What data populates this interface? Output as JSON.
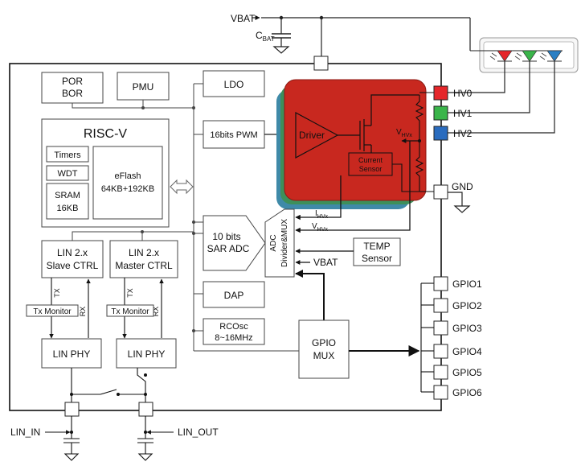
{
  "labels": {
    "vbat_top": "VBAT",
    "cbat_main": "C",
    "cbat_sub": "BAT",
    "por": "POR",
    "bor": "BOR",
    "pmu": "PMU",
    "ldo": "LDO",
    "riscv": "RISC-V",
    "timers": "Timers",
    "wdt": "WDT",
    "sram": "SRAM",
    "sram_size": "16KB",
    "eflash": "eFlash",
    "eflash_size": "64KB+192KB",
    "pwm": "16bits PWM",
    "driver": "Driver",
    "vhvx_main": "V",
    "vhvx_sub": "HVx",
    "current_sensor_1": "Current",
    "current_sensor_2": "Sensor",
    "hv0": "HV0",
    "hv1": "HV1",
    "hv2": "HV2",
    "gnd": "GND",
    "ihvx_main": "I",
    "ihvx_sub": "HVx",
    "vhvx2_main": "V",
    "vhvx2_sub": "HVx",
    "adc_1": "10 bits",
    "adc_2": "SAR ADC",
    "mux_1": "ADC",
    "mux_2": "Divider&MUX",
    "temp_1": "TEMP",
    "temp_2": "Sensor",
    "vbat_mux": "VBAT",
    "lin_slave_1": "LIN 2.x",
    "lin_slave_2": "Slave CTRL",
    "lin_master_1": "LIN 2.x",
    "lin_master_2": "Master CTRL",
    "tx1": "TX",
    "rx1": "RX",
    "tx2": "TX",
    "rx2": "RX",
    "txmon1": "Tx Monitor",
    "txmon2": "Tx Monitor",
    "linphy1": "LIN PHY",
    "linphy2": "LIN PHY",
    "dap": "DAP",
    "rcosc_1": "RCOsc",
    "rcosc_2": "8~16MHz",
    "gpiomux_1": "GPIO",
    "gpiomux_2": "MUX",
    "gpio1": "GPIO1",
    "gpio2": "GPIO2",
    "gpio3": "GPIO3",
    "gpio4": "GPIO4",
    "gpio5": "GPIO5",
    "gpio6": "GPIO6",
    "lin_in": "LIN_IN",
    "lin_out": "LIN_OUT"
  },
  "colors": {
    "hv0": "#e5262a",
    "hv1": "#3ab54a",
    "hv2": "#2a6cbf",
    "driver_red": "#c8281f",
    "layer_green": "#3d8f5a",
    "layer_teal": "#3f8aa8",
    "led_red": "#e5262a",
    "led_green": "#3ab54a",
    "led_blue": "#2a7fc4"
  }
}
